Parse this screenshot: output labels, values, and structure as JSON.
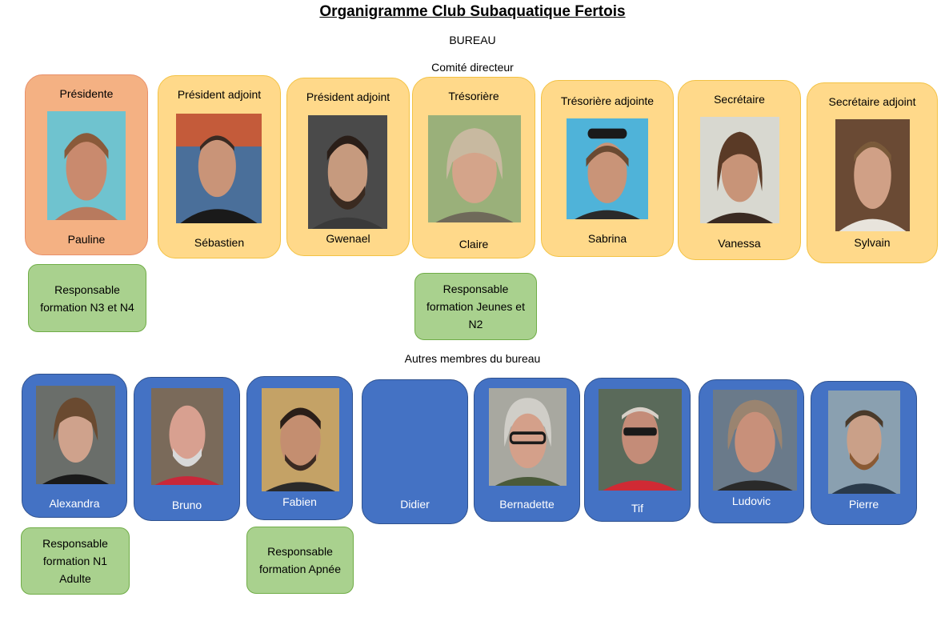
{
  "title": "Organigramme Club Subaquatique Fertois",
  "bureau_label": "BUREAU",
  "comite_label": "Comité directeur",
  "autres_label": "Autres membres du bureau",
  "colors": {
    "president": "#f4b183",
    "officer": "#ffd98a",
    "member": "#4472c4",
    "responsable": "#a9d18e"
  },
  "comite": [
    {
      "role": "Présidente",
      "name": "Pauline",
      "photo": "portrait-photo"
    },
    {
      "role": "Président adjoint",
      "name": "Sébastien",
      "photo": "portrait-photo"
    },
    {
      "role": "Président adjoint",
      "name": "Gwenael",
      "photo": "portrait-photo"
    },
    {
      "role": "Trésorière",
      "name": "Claire",
      "photo": "portrait-photo"
    },
    {
      "role": "Trésorière adjointe",
      "name": "Sabrina",
      "photo": "portrait-photo"
    },
    {
      "role": "Secrétaire",
      "name": "Vanessa",
      "photo": "portrait-photo"
    },
    {
      "role": "Secrétaire adjoint",
      "name": "Sylvain",
      "photo": "portrait-photo"
    }
  ],
  "responsables_comite": [
    {
      "text": "Responsable formation N3 et N4"
    },
    {
      "text": "Responsable formation Jeunes et N2"
    }
  ],
  "membres": [
    {
      "name": "Alexandra"
    },
    {
      "name": "Bruno"
    },
    {
      "name": "Fabien"
    },
    {
      "name": "Didier"
    },
    {
      "name": "Bernadette"
    },
    {
      "name": "Tif"
    },
    {
      "name": "Ludovic"
    },
    {
      "name": "Pierre"
    }
  ],
  "responsables_membres": [
    {
      "text": "Responsable formation N1 Adulte"
    },
    {
      "text": "Responsable formation Apnée"
    }
  ]
}
